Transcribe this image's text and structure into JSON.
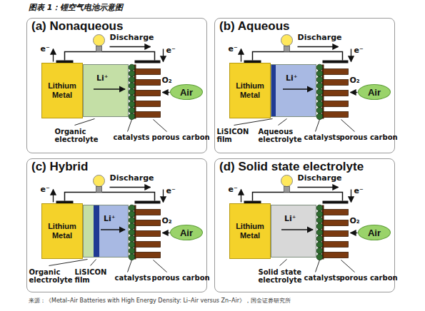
{
  "diagram": {
    "title": "图表 1：锂空气电池示意图",
    "caption": "来源：《Metal–Air Batteries with High Energy Density: Li–Air versus Zn–Air》，国金证券研究所",
    "nodes": [
      {
        "text": [
          "(a) Nonaqueous"
        ]
      },
      {
        "text": [
          "Lithium Metal"
        ],
        "in": 0
      },
      {
        "text": [
          "Li⁺"
        ],
        "in": 0
      },
      {
        "text": [
          "Air"
        ],
        "in": 0
      },
      {
        "text": [
          "(b) Aqueous"
        ]
      },
      {
        "text": [
          "Lithium Metal"
        ],
        "in": 4
      },
      {
        "text": [
          "Li⁺"
        ],
        "in": 4
      },
      {
        "text": [
          "Air"
        ],
        "in": 4
      },
      {
        "text": [
          "(c) Hybrid"
        ]
      },
      {
        "text": [
          "Lithium Metal"
        ],
        "in": 8
      },
      {
        "text": [
          "Li⁺"
        ],
        "in": 8
      },
      {
        "text": [
          "Air"
        ],
        "in": 8
      },
      {
        "text": [
          "(d) Solid state electrolyte"
        ]
      },
      {
        "text": [
          "Lithium Metal"
        ],
        "in": 12
      },
      {
        "text": [
          "Li⁺"
        ],
        "in": 12
      },
      {
        "text": [
          "Air"
        ],
        "in": 12
      }
    ],
    "labels": [
      "Discharge",
      "e⁻",
      "e⁻",
      "O₂",
      "Organic electrolyte",
      "catalysts",
      "porous carbon",
      "Discharge",
      "e⁻",
      "e⁻",
      "O₂",
      "LiSICON film",
      "Aqueous electrolyte",
      "catalysts",
      "porous carbon",
      "Discharge",
      "e⁻",
      "e⁻",
      "O₂",
      "Organic electrolyte",
      "LiSICON film",
      "catalysts",
      "porous carbon",
      "Discharge",
      "e⁻",
      "e⁻",
      "O₂",
      "Solid state electrolyte",
      "catalysts",
      "porous carbon"
    ]
  }
}
